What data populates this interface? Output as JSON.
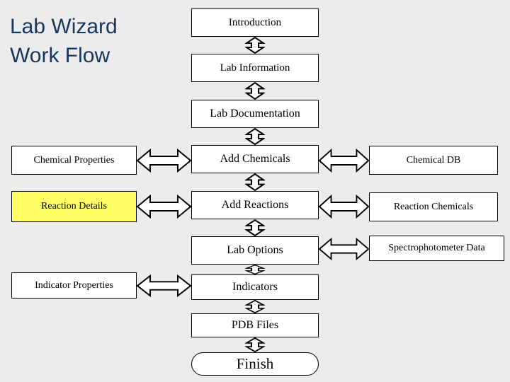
{
  "slide": {
    "background_color": "#ececec",
    "title": "Lab Wizard\nWork Flow",
    "title_color": "#17375e"
  },
  "colors": {
    "node_fill": "#ffffff",
    "node_border": "#000000",
    "highlight_fill": "#ffff66",
    "arrow_fill": "#ffffff",
    "arrow_stroke": "#000000"
  },
  "flow": {
    "center_column": [
      {
        "id": "introduction",
        "label": "Introduction",
        "shape": "rect",
        "highlight": false
      },
      {
        "id": "lab-information",
        "label": "Lab Information",
        "shape": "rect",
        "highlight": false
      },
      {
        "id": "lab-documentation",
        "label": "Lab Documentation",
        "shape": "rect",
        "highlight": false
      },
      {
        "id": "add-chemicals",
        "label": "Add Chemicals",
        "shape": "rect",
        "highlight": false
      },
      {
        "id": "add-reactions",
        "label": "Add Reactions",
        "shape": "rect",
        "highlight": false
      },
      {
        "id": "lab-options",
        "label": "Lab Options",
        "shape": "rect",
        "highlight": false
      },
      {
        "id": "indicators",
        "label": "Indicators",
        "shape": "rect",
        "highlight": false
      },
      {
        "id": "pdb-files",
        "label": "PDB Files",
        "shape": "rect",
        "highlight": false
      },
      {
        "id": "finish",
        "label": "Finish",
        "shape": "pill",
        "highlight": false
      }
    ],
    "left_column": [
      {
        "id": "chemical-properties",
        "label": "Chemical Properties",
        "highlight": false
      },
      {
        "id": "reaction-details",
        "label": "Reaction Details",
        "highlight": true
      },
      {
        "id": "indicator-properties",
        "label": "Indicator Properties",
        "highlight": false
      }
    ],
    "right_column": [
      {
        "id": "chemical-db",
        "label": "Chemical DB",
        "highlight": false
      },
      {
        "id": "reaction-chemicals",
        "label": "Reaction Chemicals",
        "highlight": false
      },
      {
        "id": "spectrophotometer-data",
        "label": "Spectrophotometer Data",
        "highlight": false
      }
    ],
    "connectors": {
      "vertical": [
        {
          "id": "conn-introduction-lab-information",
          "kind": "double-headed-arrow-vertical"
        },
        {
          "id": "conn-lab-information-lab-documentation",
          "kind": "double-headed-arrow-vertical"
        },
        {
          "id": "conn-lab-documentation-add-chemicals",
          "kind": "double-headed-arrow-vertical"
        },
        {
          "id": "conn-add-chemicals-add-reactions",
          "kind": "double-headed-arrow-vertical"
        },
        {
          "id": "conn-add-reactions-lab-options",
          "kind": "double-headed-arrow-vertical"
        },
        {
          "id": "conn-lab-options-indicators",
          "kind": "double-headed-arrow-vertical"
        },
        {
          "id": "conn-indicators-pdb-files",
          "kind": "double-headed-arrow-vertical"
        },
        {
          "id": "conn-pdb-files-finish",
          "kind": "double-headed-arrow-vertical"
        }
      ],
      "horizontal_left": [
        {
          "id": "conn-chemical-properties-add-chemicals",
          "kind": "double-headed-arrow-horizontal"
        },
        {
          "id": "conn-reaction-details-add-reactions",
          "kind": "double-headed-arrow-horizontal"
        },
        {
          "id": "conn-indicator-properties-indicators",
          "kind": "double-headed-arrow-horizontal"
        }
      ],
      "horizontal_right": [
        {
          "id": "conn-add-chemicals-chemical-db",
          "kind": "double-headed-arrow-horizontal"
        },
        {
          "id": "conn-add-reactions-reaction-chemicals",
          "kind": "double-headed-arrow-horizontal"
        },
        {
          "id": "conn-lab-options-spectrophotometer-data",
          "kind": "double-headed-arrow-horizontal"
        }
      ]
    }
  }
}
